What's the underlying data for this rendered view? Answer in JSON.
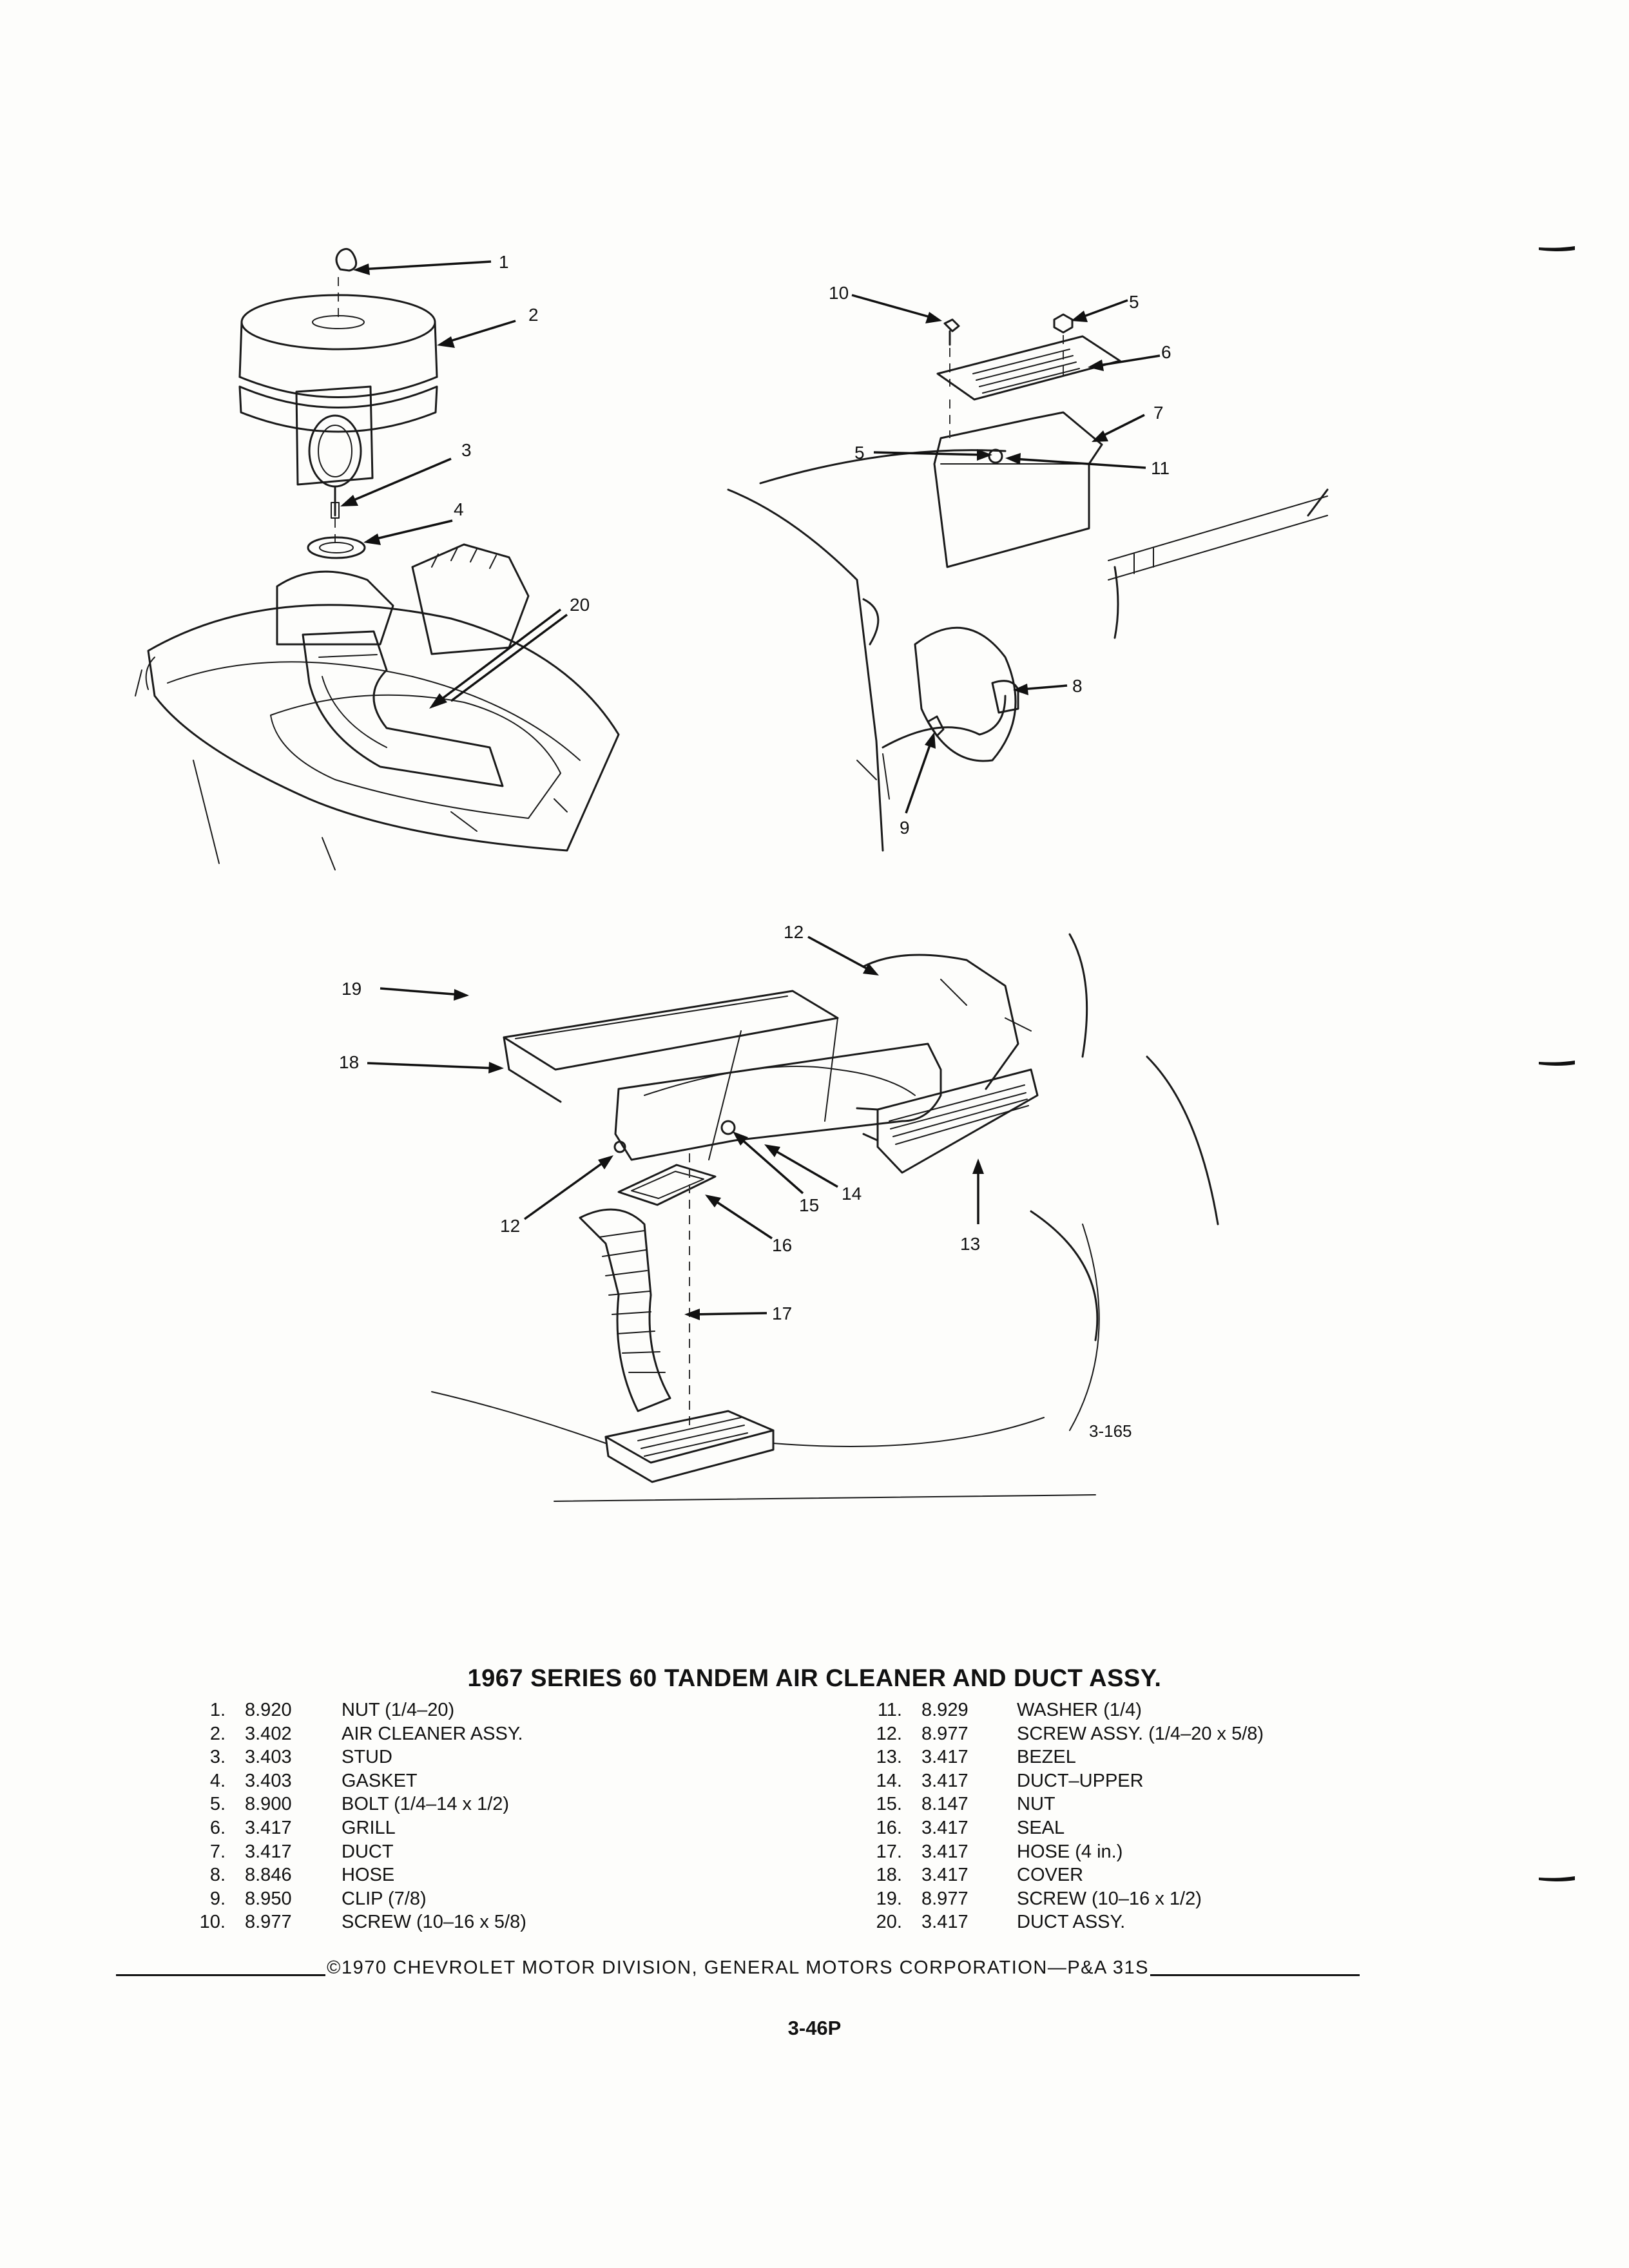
{
  "figure_id": "3-165",
  "callouts": [
    "1",
    "2",
    "3",
    "4",
    "5",
    "6",
    "7",
    "8",
    "9",
    "10",
    "11",
    "12",
    "13",
    "14",
    "15",
    "16",
    "17",
    "18",
    "19",
    "20"
  ],
  "title": "1967 SERIES 60 TANDEM AIR CLEANER AND DUCT ASSY.",
  "parts_left": [
    {
      "num": "1.",
      "group": "8.920",
      "desc": "NUT (1/4–20)"
    },
    {
      "num": "2.",
      "group": "3.402",
      "desc": "AIR CLEANER ASSY."
    },
    {
      "num": "3.",
      "group": "3.403",
      "desc": "STUD"
    },
    {
      "num": "4.",
      "group": "3.403",
      "desc": "GASKET"
    },
    {
      "num": "5.",
      "group": "8.900",
      "desc": "BOLT (1/4–14 x 1/2)"
    },
    {
      "num": "6.",
      "group": "3.417",
      "desc": "GRILL"
    },
    {
      "num": "7.",
      "group": "3.417",
      "desc": "DUCT"
    },
    {
      "num": "8.",
      "group": "8.846",
      "desc": "HOSE"
    },
    {
      "num": "9.",
      "group": "8.950",
      "desc": "CLIP (7/8)"
    },
    {
      "num": "10.",
      "group": "8.977",
      "desc": "SCREW (10–16 x 5/8)"
    }
  ],
  "parts_right": [
    {
      "num": "11.",
      "group": "8.929",
      "desc": "WASHER (1/4)"
    },
    {
      "num": "12.",
      "group": "8.977",
      "desc": "SCREW ASSY. (1/4–20 x 5/8)"
    },
    {
      "num": "13.",
      "group": "3.417",
      "desc": "BEZEL"
    },
    {
      "num": "14.",
      "group": "3.417",
      "desc": "DUCT–UPPER"
    },
    {
      "num": "15.",
      "group": "8.147",
      "desc": "NUT"
    },
    {
      "num": "16.",
      "group": "3.417",
      "desc": "SEAL"
    },
    {
      "num": "17.",
      "group": "3.417",
      "desc": "HOSE (4 in.)"
    },
    {
      "num": "18.",
      "group": "3.417",
      "desc": "COVER"
    },
    {
      "num": "19.",
      "group": "8.977",
      "desc": "SCREW (10–16 x 1/2)"
    },
    {
      "num": "20.",
      "group": "3.417",
      "desc": "DUCT ASSY."
    }
  ],
  "footer": "©1970 CHEVROLET MOTOR DIVISION, GENERAL MOTORS CORPORATION—P&A 31S",
  "page_number": "3-46P"
}
